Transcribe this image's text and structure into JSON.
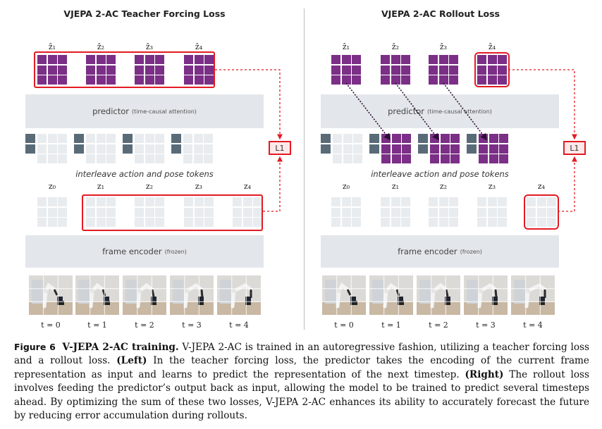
{
  "left_panel": {
    "title": "VJEPA 2-AC Teacher Forcing Loss",
    "pred_labels": [
      "ẑ₁",
      "ẑ₂",
      "ẑ₃",
      "ẑ₄"
    ],
    "predictor_label": "predictor",
    "predictor_note": "(time-causal attention)",
    "interleave_label": "interleave action and pose tokens",
    "z_labels": [
      "z₀",
      "z₁",
      "z₂",
      "z₃",
      "z₄"
    ],
    "encoder_label": "frame encoder",
    "encoder_note": "(frozen)",
    "time_labels": [
      "t = 0",
      "t = 1",
      "t = 2",
      "t = 3",
      "t = 4"
    ],
    "loss_label": "L1"
  },
  "right_panel": {
    "title": "VJEPA 2-AC Rollout Loss",
    "pred_labels": [
      "ẑ₁",
      "ẑ₂",
      "ẑ₃",
      "ẑ₄"
    ],
    "predictor_label": "predictor",
    "predictor_note": "(time-causal attention)",
    "interleave_label": "interleave action and pose tokens",
    "z_labels": [
      "z₀",
      "z₁",
      "z₂",
      "z₃",
      "z₄"
    ],
    "encoder_label": "frame encoder",
    "encoder_note": "(frozen)",
    "time_labels": [
      "t = 0",
      "t = 1",
      "t = 2",
      "t = 3",
      "t = 4"
    ],
    "loss_label": "L1"
  },
  "colors": {
    "prediction": "#7b2f86",
    "highlight": "#e31b23",
    "token_light": "#e9ecef",
    "action_token": "#5a6b78",
    "box": "#e3e6ea"
  },
  "caption": {
    "figure_label": "Figure 6",
    "title": "V-JEPA 2-AC training.",
    "part1": " V-JEPA 2-AC is trained in an autoregressive fashion, utilizing a teacher forcing loss and a rollout loss. ",
    "left_bold": "(Left)",
    "part2": " In the teacher forcing loss, the predictor takes the encoding of the current frame representation as input and learns to predict the representation of the next timestep. ",
    "right_bold": "(Right)",
    "part3": " The rollout loss involves feeding the predictor’s output back as input, allowing the model to be trained to predict several timesteps ahead. By optimizing the sum of these two losses, V-JEPA 2-AC enhances its ability to accurately forecast the future by reducing error accumulation during rollouts."
  }
}
